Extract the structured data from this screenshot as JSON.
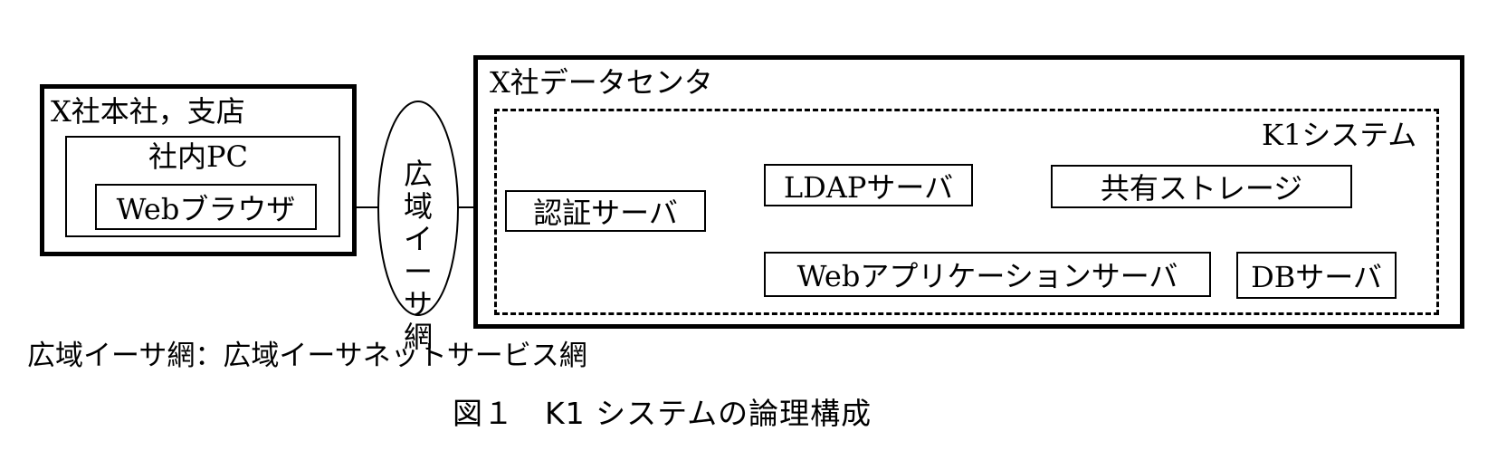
{
  "hq": {
    "title": "X社本社，支店",
    "pc_label": "社内PC",
    "browser": "Webブラウザ"
  },
  "wan": {
    "label": "広域イーサ網"
  },
  "dc": {
    "title": "X社データセンタ",
    "system_label": "K1システム",
    "auth_server": "認証サーバ",
    "ldap_server": "LDAPサーバ",
    "shared_storage": "共有ストレージ",
    "web_app_server": "Webアプリケーションサーバ",
    "db_server": "DBサーバ"
  },
  "note": "広域イーサ網：広域イーサネットサービス網",
  "caption": "図１　K1 システムの論理構成"
}
